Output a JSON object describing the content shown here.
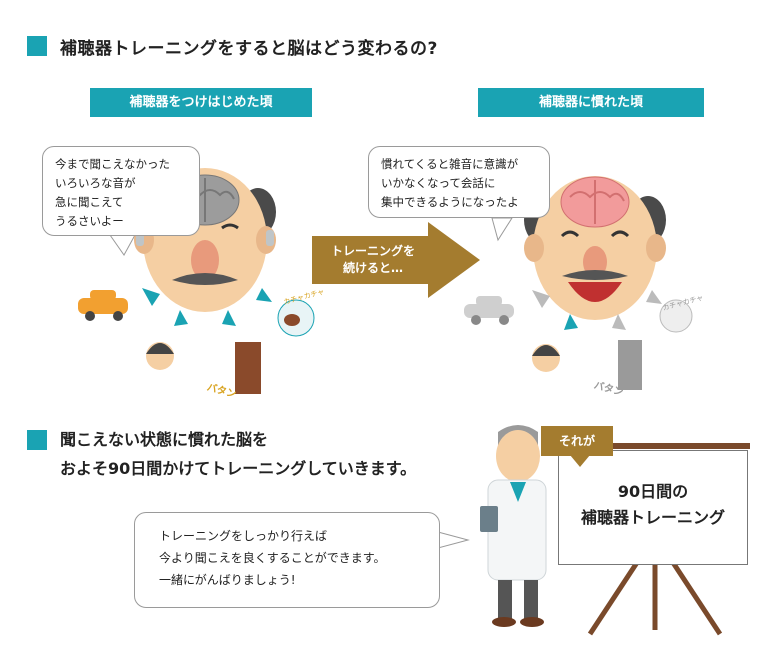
{
  "section1": {
    "title": "補聴器トレーニングをすると脳はどう変わるの?"
  },
  "before": {
    "label": "補聴器をつけはじめた頃",
    "bubble": "今まで聞こえなかった\nいろいろな音が\n急に聞こえて\nうるさいよー",
    "door_sound": "バタン",
    "clatter_sound": "カチャカチャ"
  },
  "arrow": {
    "text": "トレーニングを\n続けると…"
  },
  "after": {
    "label": "補聴器に慣れた頃",
    "bubble": "慣れてくると雑音に意識が\nいかなくなって会話に\n集中できるようになったよ",
    "door_sound": "バタン",
    "clatter_sound": "カチャカチャ"
  },
  "section2": {
    "line1": "聞こえない状態に慣れた脳を",
    "line2": "およそ90日間かけてトレーニングしていきます。"
  },
  "doctor_bubble": "トレーニングをしっかり行えば\n今より聞こえを良くすることができます。\n一緒にがんばりましょう!",
  "tag": "それが",
  "board": {
    "line1": "90日間の",
    "line2": "補聴器トレーニング"
  },
  "colors": {
    "accent": "#1aa3b3",
    "arrow": "#a47c2f"
  }
}
